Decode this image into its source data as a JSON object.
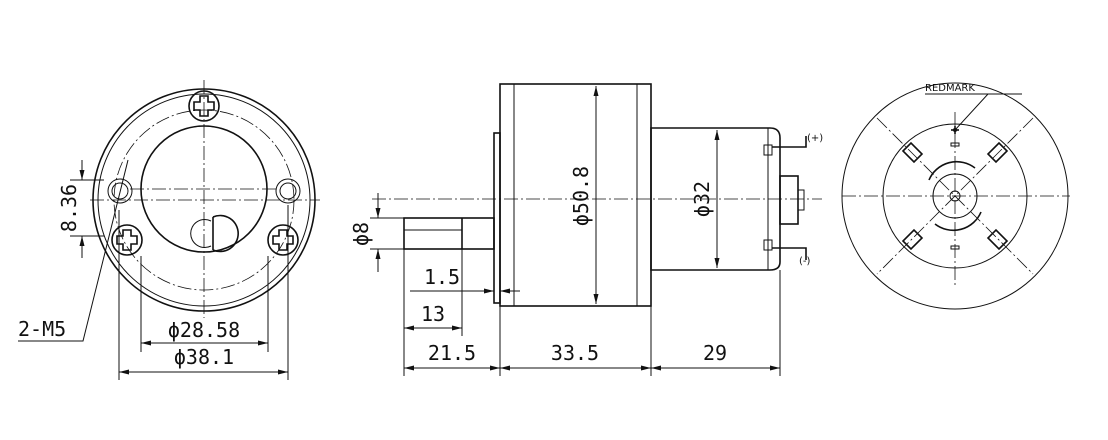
{
  "front_view": {
    "mount_hole_label": "2-M5",
    "hole_offset_dim": "8.36",
    "pcd_inner_dim": "ϕ28.58",
    "pcd_outer_dim": "ϕ38.1"
  },
  "side_view": {
    "shaft_dia_dim": "ϕ8",
    "body_dia_dim": "ϕ50.8",
    "motor_dia_dim": "ϕ32",
    "flange_thk_dim": "1.5",
    "flat_len_dim": "13",
    "shaft_len_dim": "21.5",
    "gearbox_len_dim": "33.5",
    "motor_len_dim": "29",
    "terminal_plus": "(+)",
    "terminal_minus": "(-)"
  },
  "rear_view": {
    "red_mark_label": "REDMARK"
  }
}
